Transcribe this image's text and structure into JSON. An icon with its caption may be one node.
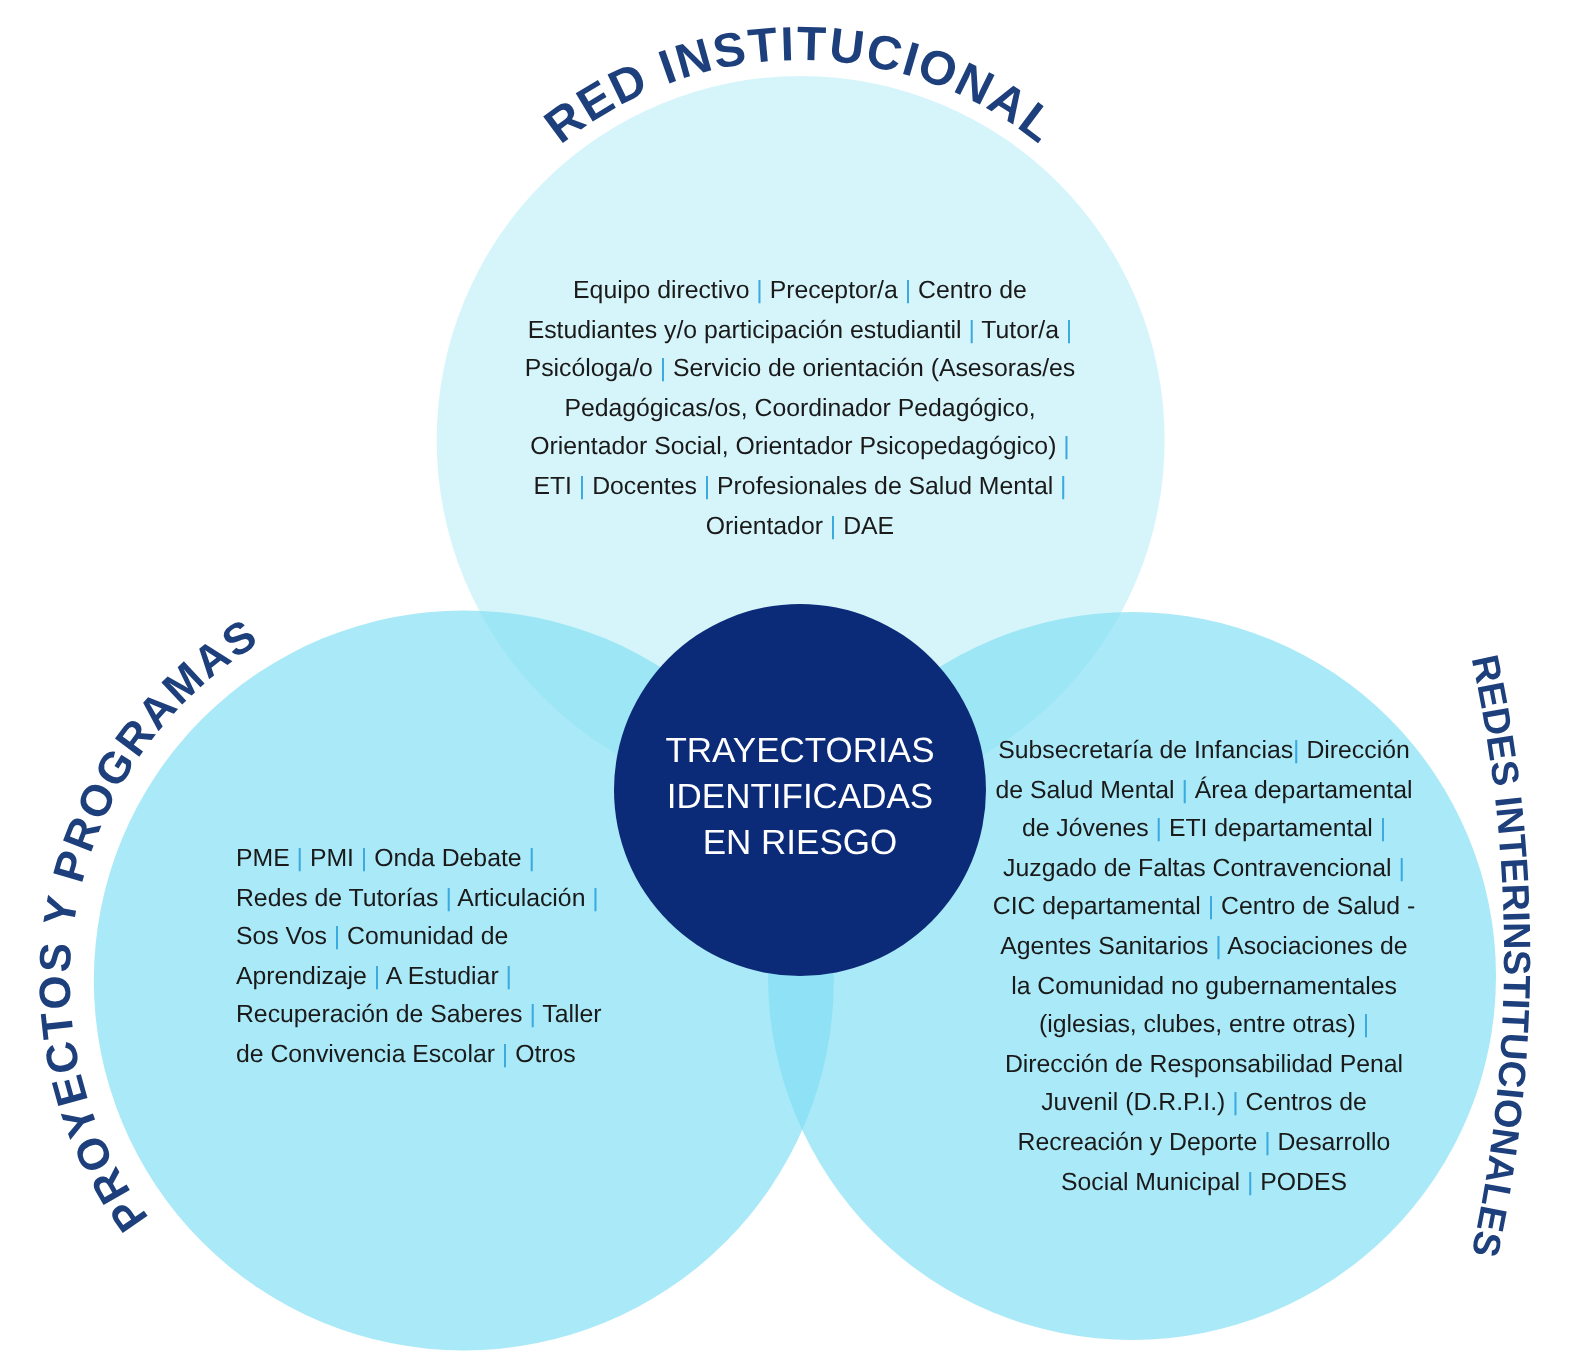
{
  "diagram": {
    "nodes": [
      {
        "text": [
          "RED INSTITUCIONAL",
          "Equipo directivo | Preceptor/a | Centro de Estudiantes y/o participación estudiantil | Tutor/a | Psicóloga/o | Servicio de orientación (Asesoras/es Pedagógicas/os, Coordinador Pedagógico, Orientador Social, Orientador Psicopedagógico) | ETI | Docentes | Profesionales de Salud Mental | Orientador | DAE"
        ]
      },
      {
        "text": [
          "PROYECTOS Y PROGRAMAS",
          "PME | PMI | Onda Debate | Redes de Tutorías | Articulación | Sos Vos | Comunidad de Aprendizaje | A Estudiar | Recuperación de Saberes | Taller de Convivencia Escolar | Otros"
        ]
      },
      {
        "text": [
          "TRAYECTORIAS IDENTIFICADAS EN RIESGO"
        ]
      },
      {
        "text": [
          "Subsecretaría de Infancias| Dirección de Salud Mental | Área departamental de Jóvenes | ETI departamental | Juzgado de Faltas Contravencional | CIC departamental | Centro de Salud - Agentes Sanitarios | Asociaciones de la Comunidad no gubernamentales (iglesias, clubes, entre otras) | Dirección de Responsabilidad Penal Juvenil (D.R.P.I.) | Centros de Recreación y Deporte | Desarrollo Social Municipal | PODES",
          "REDES INTERINSTITUCIONALES"
        ]
      }
    ]
  }
}
